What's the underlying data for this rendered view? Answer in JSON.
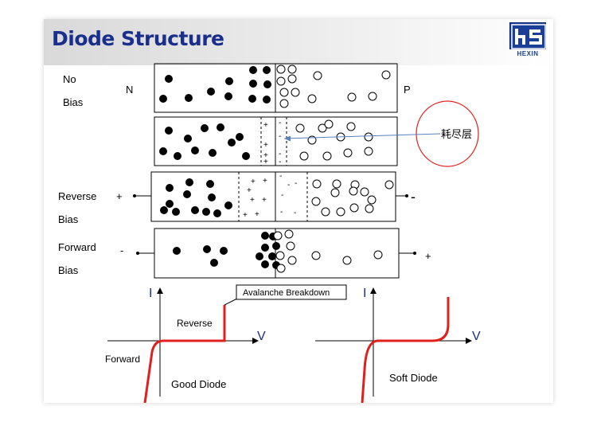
{
  "title": "Diode Structure",
  "logo": {
    "initials": "hs",
    "name": "HEXIN",
    "color": "#1a3f97"
  },
  "labels": {
    "no_bias_line1": "No",
    "no_bias_line2": "Bias",
    "n_region": "N",
    "p_region": "P",
    "reverse_line1": "Reverse",
    "reverse_line2": "Bias",
    "forward_line1": "Forward",
    "forward_line2": "Bias",
    "reverse_plus": "+",
    "reverse_minus": "-",
    "forward_minus": "-",
    "forward_plus": "+",
    "depletion_layer": "耗尽层",
    "avalanche": "Avalanche Breakdown",
    "graph_reverse": "Reverse",
    "graph_forward": "Forward",
    "axis_i": "I",
    "axis_v": "V",
    "good_diode": "Good Diode",
    "soft_diode": "Soft Diode"
  },
  "colors": {
    "title": "#1a2f8c",
    "axis_letter": "#1a2f8c",
    "curve": "#e0201c",
    "ellipse": "#e0201c",
    "arrow": "#5a7fc0"
  }
}
